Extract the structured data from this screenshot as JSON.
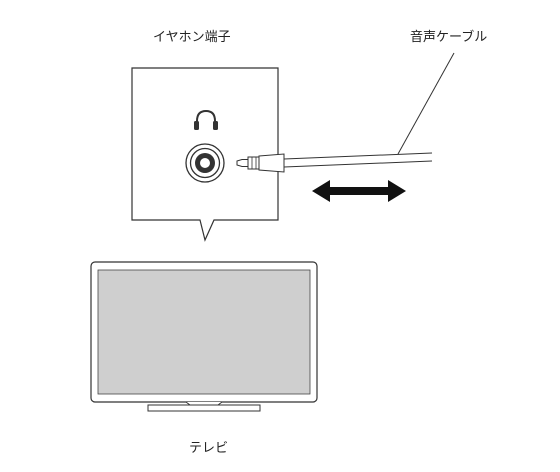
{
  "labels": {
    "earphone_jack": "イヤホン端子",
    "audio_cable": "音声ケーブル",
    "tv": "テレビ"
  },
  "icons": {
    "headphone": "headphone-icon",
    "jack": "audio-jack-icon",
    "arrow": "double-arrow-icon"
  },
  "colors": {
    "line": "#333333",
    "screen": "#cfcfcf",
    "background": "#ffffff"
  }
}
